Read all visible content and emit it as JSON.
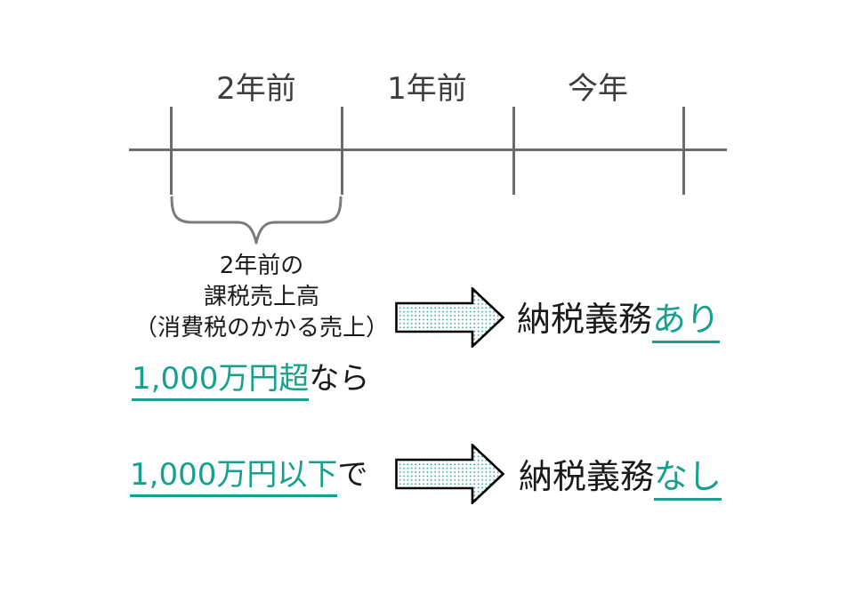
{
  "timeline": {
    "labels": [
      "2年前",
      "1年前",
      "今年"
    ]
  },
  "brace_note": {
    "lines": [
      "2年前の",
      "課税売上高",
      "（消費税のかかる売上）"
    ]
  },
  "flow1": {
    "condition_highlight": "1,000万円超",
    "condition_rest": "なら",
    "result_prefix": "納税義務",
    "result_highlight": "あり"
  },
  "flow2": {
    "condition_highlight": "1,000万円以下",
    "condition_rest": "で",
    "result_prefix": "納税義務",
    "result_highlight": "なし"
  },
  "icons": {
    "arrow1": "arrow-right-icon",
    "arrow2": "arrow-right-icon"
  },
  "colors": {
    "accent_teal": "#17a08c",
    "timeline_gray": "#6f6b6c",
    "brace_gray": "#7d7a7b",
    "axis_label_gray": "#3f3c3d",
    "text_black": "#1a1a1a",
    "arrow_outline": "#000000",
    "arrow_fill_background": "#ffffff"
  }
}
